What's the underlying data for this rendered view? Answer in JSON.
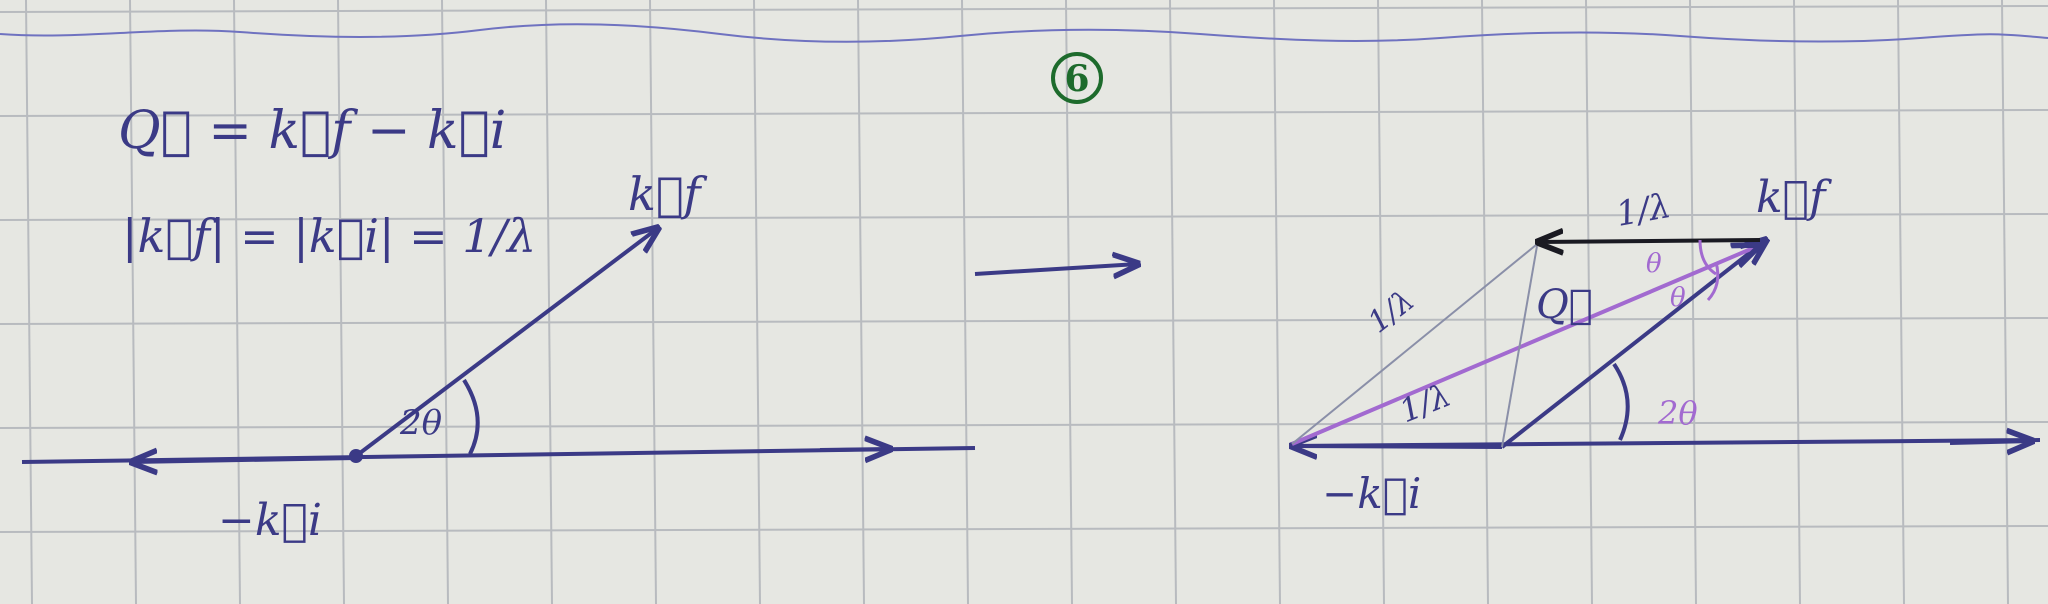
{
  "page_number": "6",
  "colors": {
    "paper": "#e6e7e2",
    "grid": "#b8bbbf",
    "ink_blue": "#3b3a86",
    "ink_green": "#1d6b2c",
    "ink_black": "#1a1a22",
    "ink_purple": "#a26ad0"
  },
  "equations": {
    "line1": "Q⃗ = k⃗f − k⃗i",
    "line2": "|k⃗f| = |k⃗i| = 1/λ"
  },
  "left_diagram": {
    "vector_kf": "k⃗f",
    "vector_minus_ki": "−k⃗i",
    "angle": "2θ"
  },
  "arrow_between": "→",
  "right_diagram": {
    "vector_kf": "k⃗f",
    "vector_minus_ki": "−k⃗i",
    "vector_Q": "Q⃗",
    "length_top": "1/λ",
    "length_left": "1/λ",
    "length_inner": "1/λ",
    "angle_bottom": "2θ",
    "angle_theta_top": "θ",
    "angle_theta_bottom": "θ"
  }
}
